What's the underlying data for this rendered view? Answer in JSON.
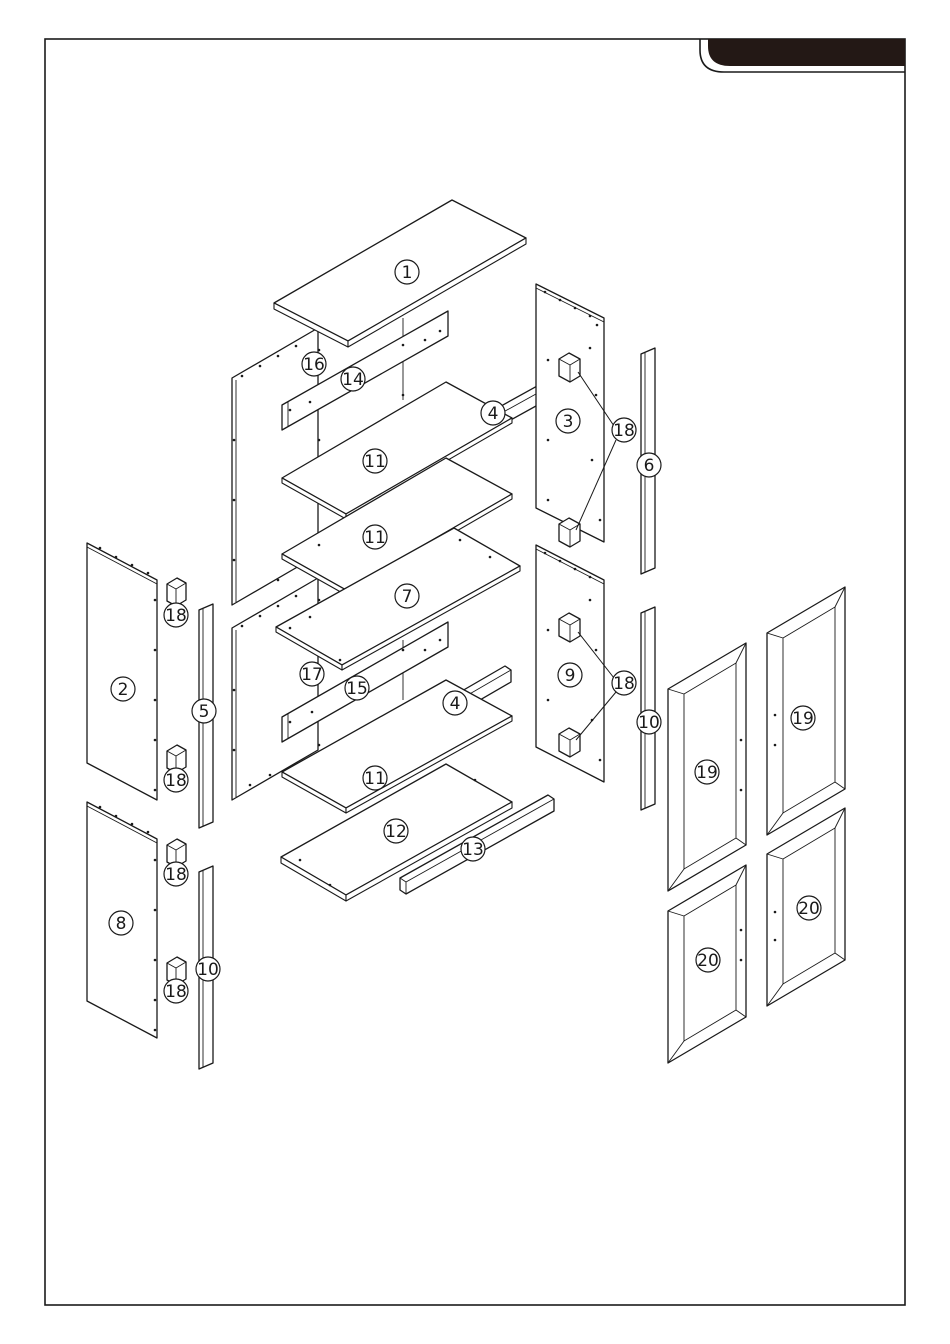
{
  "colors": {
    "ink": "#1a1a1a",
    "background": "#ffffff",
    "header_tab": "#231815"
  },
  "parts": [
    {
      "id": "part-1",
      "label": "1"
    },
    {
      "id": "part-2",
      "label": "2"
    },
    {
      "id": "part-3",
      "label": "3"
    },
    {
      "id": "part-4a",
      "label": "4"
    },
    {
      "id": "part-4b",
      "label": "4"
    },
    {
      "id": "part-5",
      "label": "5"
    },
    {
      "id": "part-6",
      "label": "6"
    },
    {
      "id": "part-7",
      "label": "7"
    },
    {
      "id": "part-8",
      "label": "8"
    },
    {
      "id": "part-9",
      "label": "9"
    },
    {
      "id": "part-10a",
      "label": "10"
    },
    {
      "id": "part-10b",
      "label": "10"
    },
    {
      "id": "part-11a",
      "label": "11"
    },
    {
      "id": "part-11b",
      "label": "11"
    },
    {
      "id": "part-11c",
      "label": "11"
    },
    {
      "id": "part-12",
      "label": "12"
    },
    {
      "id": "part-13",
      "label": "13"
    },
    {
      "id": "part-14",
      "label": "14"
    },
    {
      "id": "part-15",
      "label": "15"
    },
    {
      "id": "part-16",
      "label": "16"
    },
    {
      "id": "part-17",
      "label": "17"
    },
    {
      "id": "part-18a",
      "label": "18"
    },
    {
      "id": "part-18b",
      "label": "18"
    },
    {
      "id": "part-18c",
      "label": "18"
    },
    {
      "id": "part-18d",
      "label": "18"
    },
    {
      "id": "part-18e",
      "label": "18"
    },
    {
      "id": "part-18f",
      "label": "18"
    },
    {
      "id": "part-19a",
      "label": "19"
    },
    {
      "id": "part-19b",
      "label": "19"
    },
    {
      "id": "part-20a",
      "label": "20"
    },
    {
      "id": "part-20b",
      "label": "20"
    }
  ]
}
